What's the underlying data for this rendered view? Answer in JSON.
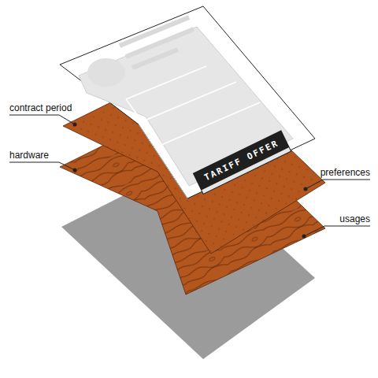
{
  "diagram": {
    "nodes": [
      {
        "text": [
          "TARIFF OFFER"
        ]
      }
    ],
    "labels": [
      "contract period",
      "hardware",
      "preferences",
      "usages"
    ]
  }
}
